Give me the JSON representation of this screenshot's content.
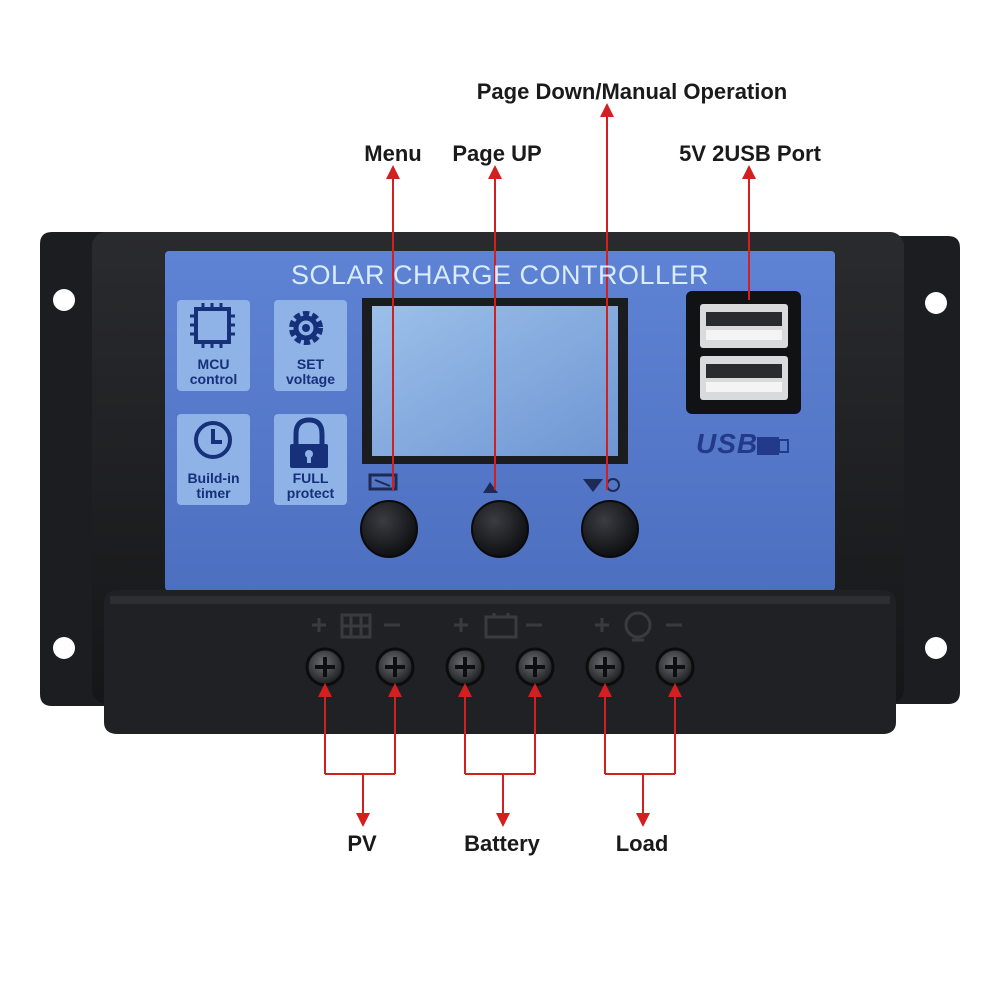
{
  "device": {
    "panel_title": "SOLAR CHARGE CONTROLLER",
    "usb_logo": "USB",
    "features": [
      {
        "icon": "chip-icon",
        "line1": "MCU",
        "line2": "control"
      },
      {
        "icon": "gear-icon",
        "line1": "SET",
        "line2": "voltage"
      },
      {
        "icon": "clock-icon",
        "line1": "Build-in",
        "line2": "timer"
      },
      {
        "icon": "lock-icon",
        "line1": "FULL",
        "line2": "protect"
      }
    ],
    "button_icons": [
      "menu-icon",
      "up-arrow-icon",
      "down-arrow-icon"
    ],
    "terminal_icons": [
      "solar-panel-icon",
      "battery-icon",
      "bulb-icon"
    ]
  },
  "callouts": {
    "menu": "Menu",
    "page_up": "Page UP",
    "page_down": "Page Down/Manual Operation",
    "usb_port": "5V 2USB Port",
    "pv": "PV",
    "battery": "Battery",
    "load": "Load"
  },
  "colors": {
    "panel_blue": "#5577c9",
    "arrow_red": "#d21f1f",
    "housing": "#1f2023"
  }
}
